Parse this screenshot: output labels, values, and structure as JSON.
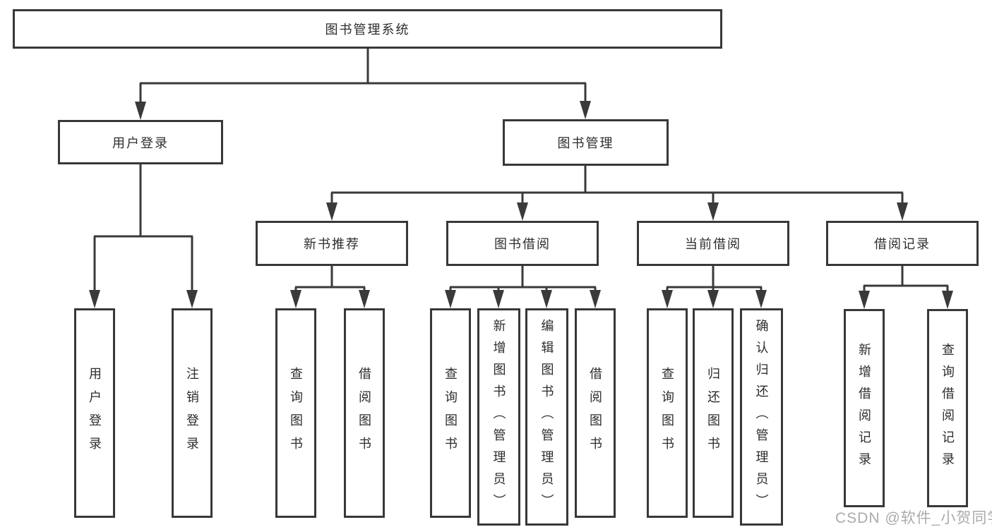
{
  "root": {
    "label": "图书管理系统"
  },
  "user_branch": {
    "label": "用户登录",
    "children": [
      "用户登录",
      "注销登录"
    ]
  },
  "book_branch": {
    "label": "图书管理",
    "sections": [
      {
        "label": "新书推荐",
        "children": [
          "查询图书",
          "借阅图书"
        ]
      },
      {
        "label": "图书借阅",
        "children": [
          "查询图书",
          "新增图书（管理员）",
          "编辑图书（管理员）",
          "借阅图书"
        ]
      },
      {
        "label": "当前借阅",
        "children": [
          "查询图书",
          "归还图书",
          "确认归还（管理员）"
        ]
      },
      {
        "label": "借阅记录",
        "children": [
          "新增借阅记录",
          "查询借阅记录"
        ]
      }
    ]
  },
  "watermark": "CSDN @软件_小贺同学",
  "colors": {
    "line": "#3a3a3a",
    "box_border": "#383838",
    "box_fill": "#ffffff",
    "text": "#2d2d2d",
    "watermark": "#ababab",
    "background": "#ffffff"
  }
}
